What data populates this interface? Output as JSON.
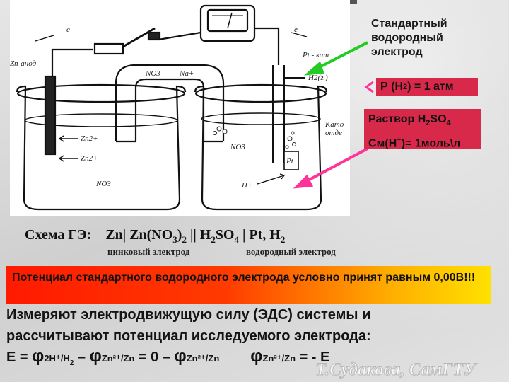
{
  "diagram": {
    "labels": {
      "e_left": "e",
      "e_right": "e",
      "zn_anode": "Zn-анод",
      "pt_cathode": "Pt - кат",
      "no3_bridge": "NO3",
      "na_bridge": "Na+",
      "h2_gas": "H2(г.)",
      "zn2_a": "Zn2+",
      "zn2_b": "Zn2+",
      "no3_left": "NO3",
      "no3_right": "NO3",
      "cathode_compartment": "Като отде",
      "pt_plate": "Pt",
      "h_plus": "H+"
    }
  },
  "annotations": {
    "standard_electrode": [
      "Стандартный",
      "водородный",
      "электрод"
    ],
    "pressure": "Р (Н",
    "pressure_sub": "2",
    "pressure_tail": ") = 1 атм",
    "solution_line1_a": "Раствор   Н",
    "solution_line1_sub": "2",
    "solution_line1_b": "SO",
    "solution_line1_sub2": "4",
    "solution_line2_a": "См(Н",
    "solution_line2_sup": "+",
    "solution_line2_b": ")= 1моль\\л"
  },
  "scheme": {
    "prefix": "Схема ГЭ:",
    "part1": "Zn| Zn(NO",
    "sub1": "3",
    "part2": ")",
    "sub2": "2",
    "part3": " || H",
    "sub3": "2",
    "part4": "SO",
    "sub4": "4",
    "part5": " | Pt, H",
    "sub5": "2",
    "zinc_electrode": "цинковый электрод",
    "hydrogen_electrode": "водородный электрод"
  },
  "note": "Потенциал стандартного водородного электрода условно принят равным 0,00В!!!",
  "body": {
    "line1": "Измеряют электродвижущую силу (ЭДС) системы и",
    "line2": "рассчитывают потенциал исследуемого электрода:"
  },
  "formula": {
    "e": "Е = ",
    "phi1": "φ",
    "sub1": "2H⁺/H",
    "sub1b": "2",
    "minus": " – ",
    "phi2": "φ",
    "sub2": "Zn²⁺/Zn",
    "eq0": " = 0 – ",
    "phi3": "φ",
    "sub3": "Zn²⁺/Zn",
    "phi4": "φ",
    "sub4": "Zn²⁺/Zn",
    "result": " = - Е"
  },
  "watermark": "Т.Судакова, СамГТУ",
  "colors": {
    "accent_red": "#d9294b",
    "arrow_green": "#22cc22",
    "arrow_pink": "#ff3399"
  }
}
